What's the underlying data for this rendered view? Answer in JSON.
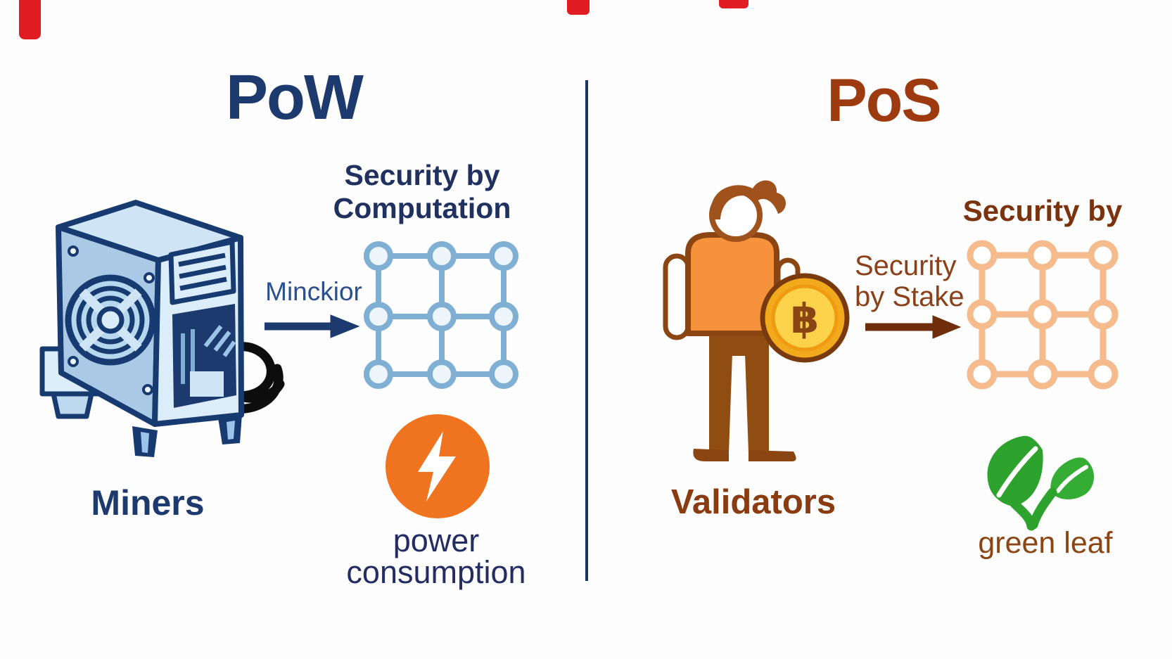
{
  "diagram": {
    "divider_color": "#1d3560",
    "red_mark_color": "#e11d23",
    "pow": {
      "title": "PoW",
      "security_heading_line1": "Security by",
      "security_heading_line2": "Computation",
      "arrow_label": "Minckior",
      "device_label": "Miners",
      "energy_caption_line1": "power",
      "energy_caption_line2": "consumption",
      "colors": {
        "title": "#1d3a6e",
        "text": "#20305f",
        "label": "#2a4f8f",
        "caption": "#232d64",
        "grid": "#7fafd3",
        "energy": "#f0731f"
      }
    },
    "pos": {
      "title": "PoS",
      "security_heading": "Security by",
      "arrow_label_line1": "Security",
      "arrow_label_line2": "by Stake",
      "actor_label": "Validators",
      "eco_caption": "green leaf",
      "coin_symbol": "฿",
      "colors": {
        "title": "#9e3a10",
        "heading": "#7a330e",
        "stake": "#8a4018",
        "caption": "#8a4513",
        "caption2": "#8a3c10",
        "grid": "#f5bb8d",
        "leaf": "#2da22d",
        "arrow": "#6f2d0c"
      }
    }
  }
}
